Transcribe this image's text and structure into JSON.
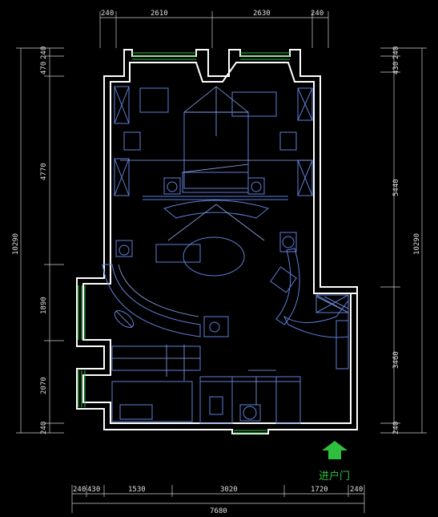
{
  "dimensions": {
    "top": [
      "240",
      "2610",
      "2630",
      "240"
    ],
    "bottom": [
      "240",
      "430",
      "1530",
      "3020",
      "1720",
      "240"
    ],
    "bottom_total": "7680",
    "left": [
      "240",
      "470",
      "4770",
      "1890",
      "2070",
      "240"
    ],
    "left_total": "10290",
    "right": [
      "240",
      "430",
      "5440",
      "3460",
      "240"
    ],
    "right_total": "10290"
  },
  "entry": {
    "label": "进户门",
    "arrow_color": "#2fbf3f"
  },
  "colors": {
    "walls": "#ffffff",
    "furniture": "#5f7fd8",
    "windows": "#2fbf3f",
    "background": "#000000"
  }
}
